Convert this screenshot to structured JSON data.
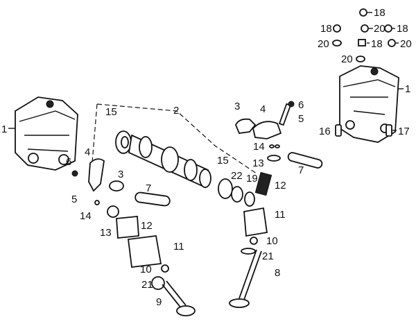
{
  "callouts": [
    "18",
    "18",
    "20",
    "18",
    "20",
    "18",
    "20",
    "20",
    "1",
    "16",
    "17",
    "1",
    "15",
    "2",
    "3",
    "4",
    "6",
    "5",
    "14",
    "13",
    "7",
    "15",
    "22",
    "19",
    "12",
    "11",
    "10",
    "21",
    "8",
    "4",
    "6",
    "3",
    "7",
    "5",
    "14",
    "13",
    "12",
    "11",
    "10",
    "21",
    "9"
  ]
}
